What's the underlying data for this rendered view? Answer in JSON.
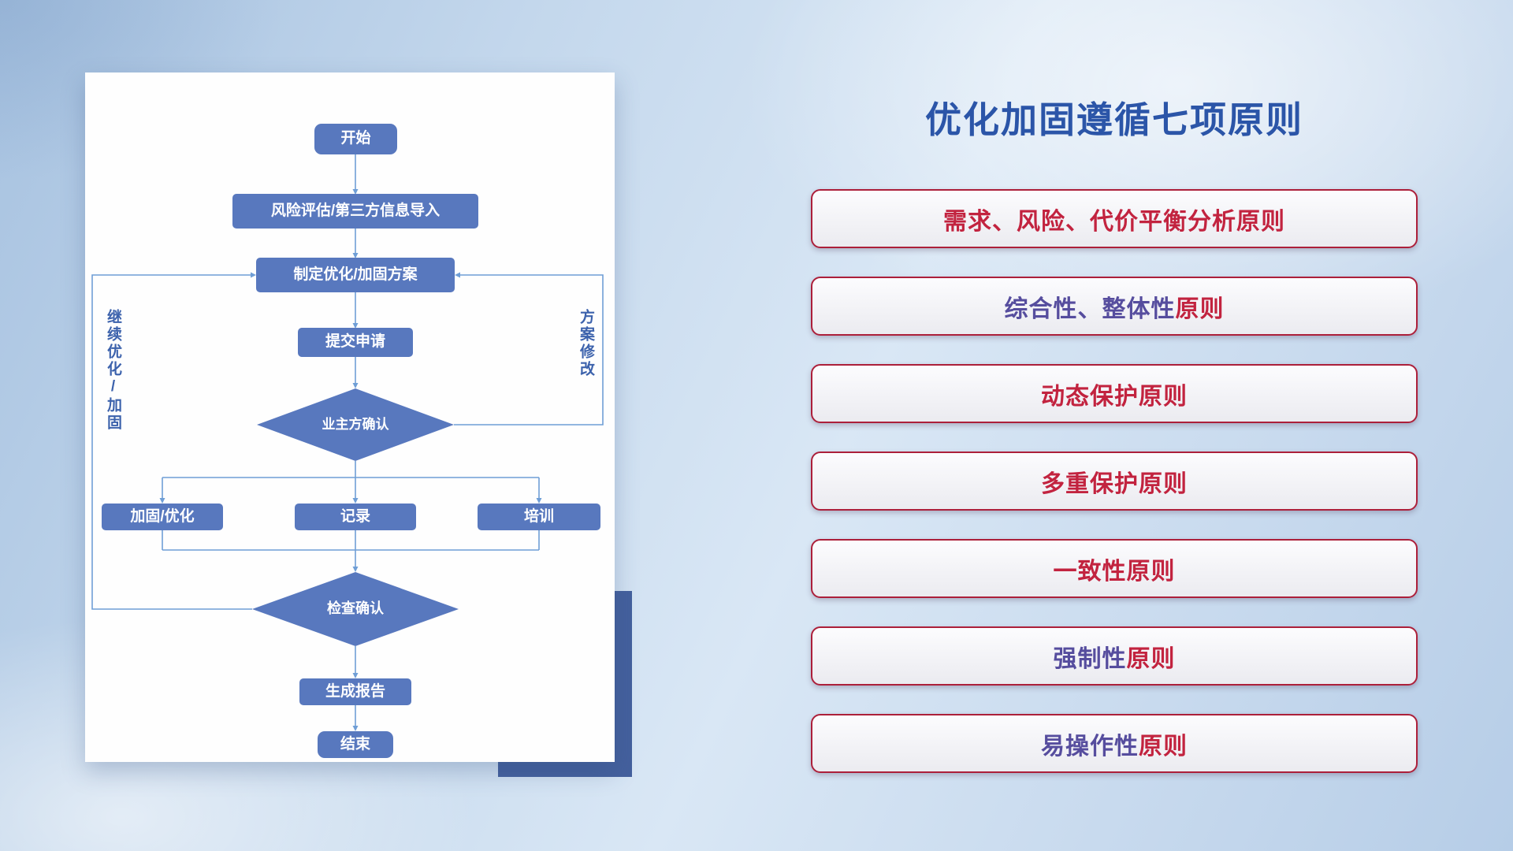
{
  "colors": {
    "red": "#c2233f",
    "purple": "#564d9e",
    "title_blue": "#2b55a8",
    "node_blue": "#5878be",
    "line_blue": "#6f9ed6",
    "pill_border": "#ac1f3a",
    "accent_rect": "#44609d"
  },
  "flowchart": {
    "nodes": {
      "start": "开始",
      "risk": "风险评估/第三方信息导入",
      "plan": "制定优化/加固方案",
      "submit": "提交申请",
      "owner_confirm": "业主方确认",
      "harden": "加固/优化",
      "record": "记录",
      "training": "培训",
      "check_confirm": "检查确认",
      "report": "生成报告",
      "end": "结束"
    },
    "labels": {
      "left_loop": "继续优化/加固",
      "right_loop": "方案修改"
    }
  },
  "principles": {
    "title": "优化加固遵循七项原则",
    "items": [
      {
        "segments": [
          {
            "text": "需求、风险、代价平衡分析原则",
            "color": "red"
          }
        ]
      },
      {
        "segments": [
          {
            "text": "综合性、整体性",
            "color": "purple"
          },
          {
            "text": "原则",
            "color": "red"
          }
        ]
      },
      {
        "segments": [
          {
            "text": "动态保护原则",
            "color": "red"
          }
        ]
      },
      {
        "segments": [
          {
            "text": "多重保护原则",
            "color": "red"
          }
        ]
      },
      {
        "segments": [
          {
            "text": "一致性原则",
            "color": "red"
          }
        ]
      },
      {
        "segments": [
          {
            "text": "强制性",
            "color": "purple"
          },
          {
            "text": "原则",
            "color": "red"
          }
        ]
      },
      {
        "segments": [
          {
            "text": "易操作性",
            "color": "purple"
          },
          {
            "text": "原则",
            "color": "red"
          }
        ]
      }
    ]
  }
}
